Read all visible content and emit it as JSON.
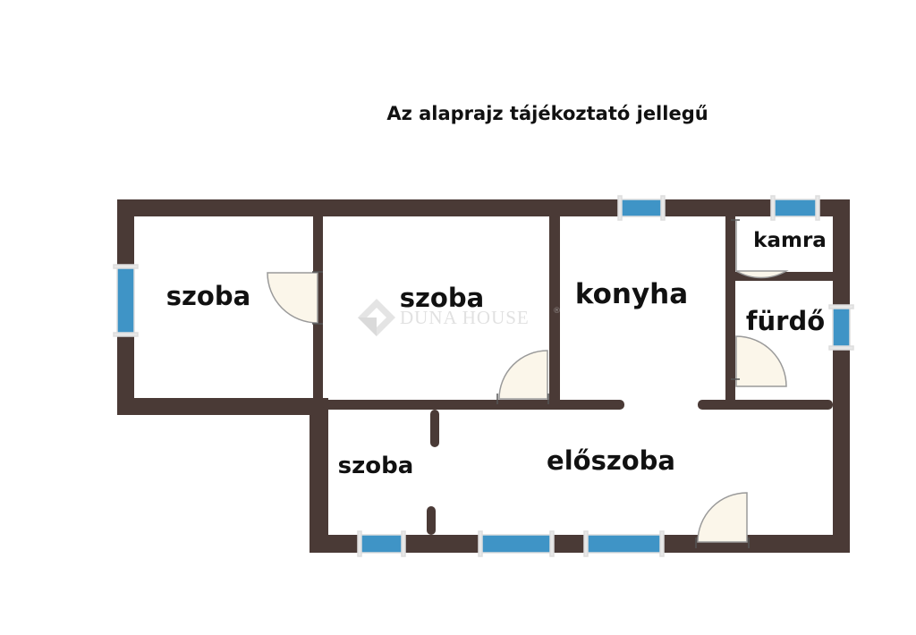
{
  "title": "Az alaprajz tájékoztató jellegű",
  "rooms": {
    "szoba_1": "szoba",
    "szoba_2": "szoba",
    "konyha": "konyha",
    "kamra": "kamra",
    "furdo": "fürdő",
    "szoba_3": "szoba",
    "eloszoba": "előszoba"
  },
  "watermark": {
    "text": "DUNA HOUSE",
    "mark": "®"
  },
  "colors": {
    "wall": "#4a3a36",
    "window": "#3f94c6",
    "door_fill": "#fbf6ea",
    "door_line": "#9a9a9a",
    "background": "#ffffff"
  },
  "icons": {
    "watermark_logo": "diamond-logo-icon"
  }
}
